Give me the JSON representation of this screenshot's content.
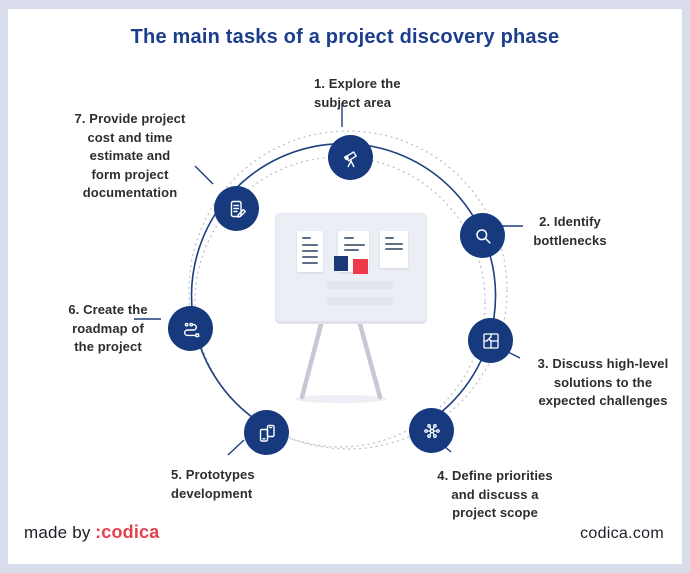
{
  "title": {
    "text": "The main tasks of a project discovery phase",
    "color": "#1c3e8c"
  },
  "tasks": [
    {
      "num": 1,
      "label": "1. Explore the\nsubject area",
      "icon": "telescope-icon"
    },
    {
      "num": 2,
      "label": "2. Identify\nbottlenecks",
      "icon": "magnifier-icon"
    },
    {
      "num": 3,
      "label": "3. Discuss high-level\nsolutions to the\nexpected challenges",
      "icon": "puzzle-icon"
    },
    {
      "num": 4,
      "label": "4. Define priorities\nand discuss a\nproject scope",
      "icon": "network-icon"
    },
    {
      "num": 5,
      "label": "5. Prototypes\ndevelopment",
      "icon": "devices-icon"
    },
    {
      "num": 6,
      "label": "6. Create the\nroadmap of\nthe project",
      "icon": "roadmap-icon"
    },
    {
      "num": 7,
      "label": "7. Provide project\ncost and time\nestimate and\nform project\ndocumentation",
      "icon": "document-pen-icon"
    }
  ],
  "footer": {
    "made_by": "made by",
    "brand": ":codica",
    "site": "codica.com"
  },
  "colors": {
    "frame": "#d9dcea",
    "node_navy": "#163a7d",
    "arc_navy": "#1d3f7e",
    "dotted_gray": "#b9bdca",
    "label_text": "#2d2d2d",
    "board_bg": "#eceef5",
    "board_navy_square": "#1b3a7a",
    "board_red_square": "#ee3a4b",
    "brand_red": "#e5404d"
  }
}
